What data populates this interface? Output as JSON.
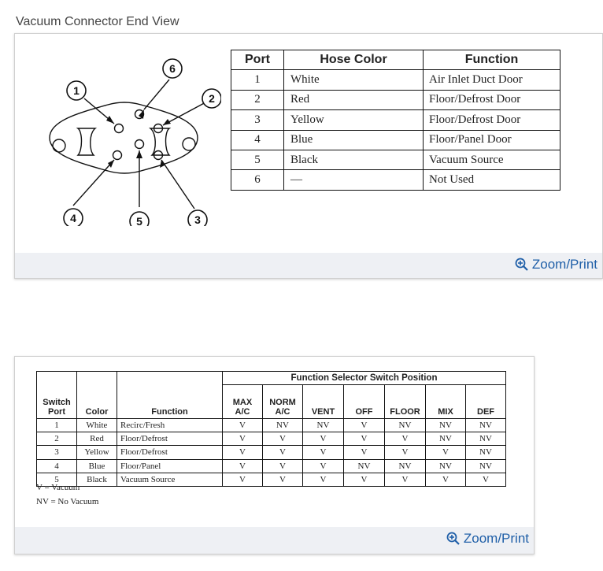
{
  "caption": "Vacuum Connector End View",
  "zoom_label": "Zoom/Print",
  "diagram": {
    "callouts": [
      "1",
      "2",
      "3",
      "4",
      "5",
      "6"
    ]
  },
  "connector_table": {
    "headers": [
      "Port",
      "Hose Color",
      "Function"
    ],
    "rows": [
      [
        "1",
        "White",
        "Air Inlet Duct Door"
      ],
      [
        "2",
        "Red",
        "Floor/Defrost Door"
      ],
      [
        "3",
        "Yellow",
        "Floor/Defrost Door"
      ],
      [
        "4",
        "Blue",
        "Floor/Panel Door"
      ],
      [
        "5",
        "Black",
        "Vacuum Source"
      ],
      [
        "6",
        "—",
        "Not Used"
      ]
    ]
  },
  "switch_table": {
    "group_header": "Function Selector Switch Position",
    "headers": [
      "Switch Port",
      "Color",
      "Function",
      "MAX A/C",
      "NORM A/C",
      "VENT",
      "OFF",
      "FLOOR",
      "MIX",
      "DEF"
    ],
    "rows": [
      [
        "1",
        "White",
        "Recirc/Fresh",
        "V",
        "NV",
        "NV",
        "V",
        "NV",
        "NV",
        "NV"
      ],
      [
        "2",
        "Red",
        "Floor/Defrost",
        "V",
        "V",
        "V",
        "V",
        "V",
        "NV",
        "NV"
      ],
      [
        "3",
        "Yellow",
        "Floor/Defrost",
        "V",
        "V",
        "V",
        "V",
        "V",
        "V",
        "NV"
      ],
      [
        "4",
        "Blue",
        "Floor/Panel",
        "V",
        "V",
        "V",
        "NV",
        "NV",
        "NV",
        "NV"
      ],
      [
        "5",
        "Black",
        "Vacuum Source",
        "V",
        "V",
        "V",
        "V",
        "V",
        "V",
        "V"
      ]
    ],
    "legend": [
      "V = Vacuum",
      "NV = No Vacuum"
    ]
  },
  "colors": {
    "link": "#1f5fa8",
    "footer_bg": "#eef0f4",
    "panel_border": "#d0d0d0"
  }
}
